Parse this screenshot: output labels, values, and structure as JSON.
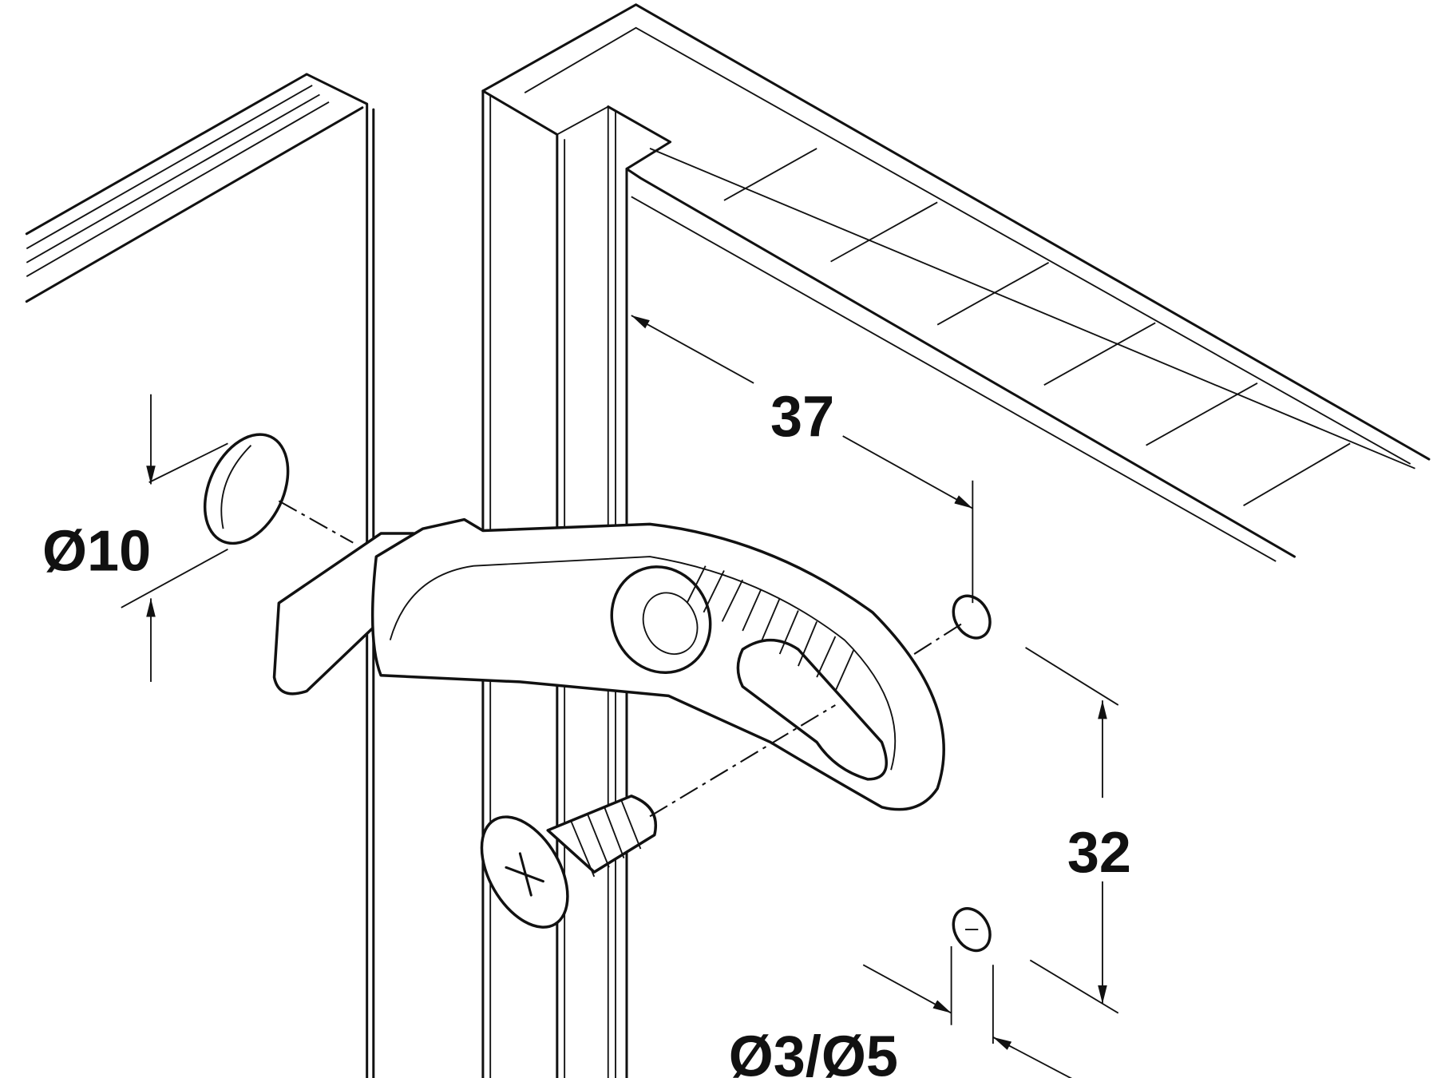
{
  "diagram": {
    "dimensions": {
      "depth": "37",
      "hole_diameter": "Ø10",
      "spacing": "32",
      "screw_hole_diameter": "Ø3/Ø5"
    }
  }
}
